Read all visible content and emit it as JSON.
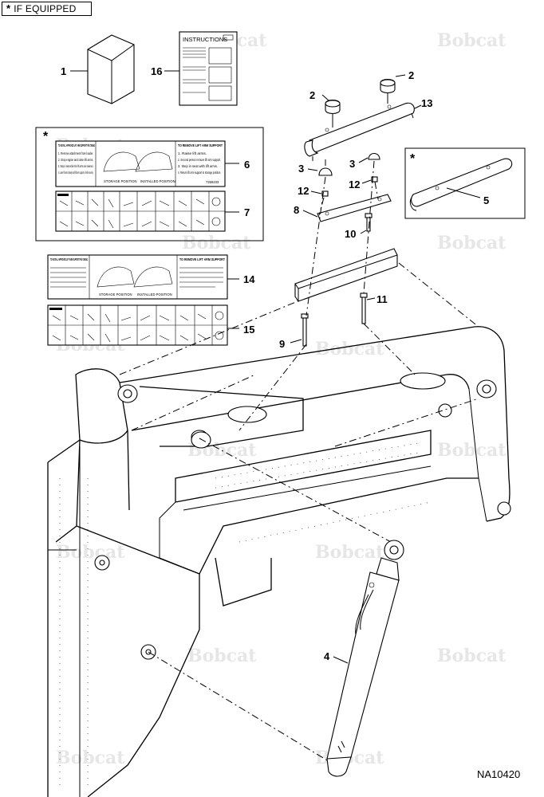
{
  "legend": {
    "symbol": "*",
    "text": "IF EQUIPPED"
  },
  "figure_code": "NA10420",
  "watermark": "Bobcat",
  "instruction_manual": {
    "title": "INSTRUCTIONS"
  },
  "callouts": [
    {
      "id": "c1",
      "label": "1"
    },
    {
      "id": "c16",
      "label": "16"
    },
    {
      "id": "c2a",
      "label": "2"
    },
    {
      "id": "c2b",
      "label": "2"
    },
    {
      "id": "c13",
      "label": "13"
    },
    {
      "id": "c6",
      "label": "6"
    },
    {
      "id": "c7",
      "label": "7"
    },
    {
      "id": "c3a",
      "label": "3"
    },
    {
      "id": "c3b",
      "label": "3"
    },
    {
      "id": "c5",
      "label": "5"
    },
    {
      "id": "c12a",
      "label": "12"
    },
    {
      "id": "c12b",
      "label": "12"
    },
    {
      "id": "c8",
      "label": "8"
    },
    {
      "id": "c10",
      "label": "10"
    },
    {
      "id": "c14",
      "label": "14"
    },
    {
      "id": "c15",
      "label": "15"
    },
    {
      "id": "c11",
      "label": "11"
    },
    {
      "id": "c9",
      "label": "9"
    },
    {
      "id": "c4",
      "label": "4"
    }
  ],
  "if_equipped_marks": [
    "*",
    "*"
  ],
  "decal_top": {
    "install_title": "TO INSTALL APPROVED LIFT ARM SUPPORT P/N 7269261",
    "install_steps": [
      "1. Remove attachment from loader.",
      "2. Stop engine and raise lift arms.",
      "3. Step in seat while the lift arms are lowered.",
      "4. Lower lift arms slowly until lift arm support is held securely."
    ],
    "remove_title": "TO REMOVE LIFT ARM SUPPORT",
    "remove_steps": [
      "1. Raise lift arms.",
      "2. Second person remove lift arm support.",
      "3. Step in seat with lift arms.",
      "4. Return lift arm support to storage position."
    ],
    "storage_label": "STORAGE POSITION",
    "installed_label": "INSTALLED POSITION",
    "part_code": "7269233"
  },
  "decal_bottom": {
    "install_title": "TO INSTALL APPROVED LIFT ARM SUPPORT P/N 7269261",
    "remove_title": "TO REMOVE LIFT ARM SUPPORT",
    "storage_label": "STORAGE POSITION",
    "installed_label": "INSTALLED POSITION"
  }
}
